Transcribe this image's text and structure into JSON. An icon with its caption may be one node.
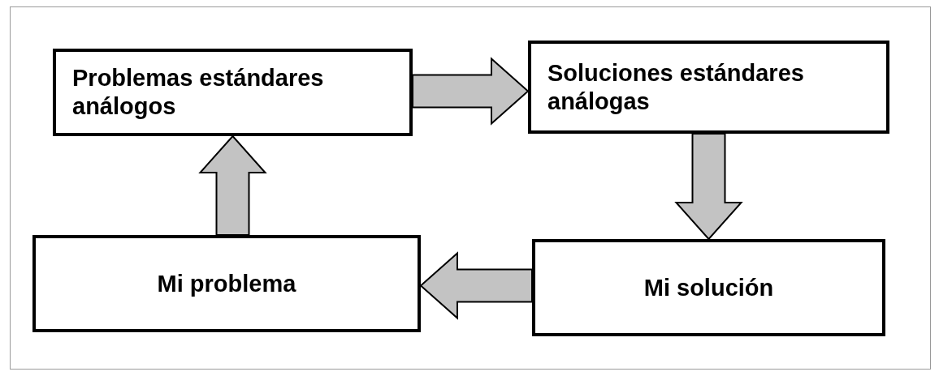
{
  "diagram": {
    "nodes": [
      {
        "text": [
          "Problemas estándares análogos"
        ]
      },
      {
        "text": [
          "Soluciones estándares análogas"
        ]
      },
      {
        "text": [
          "Mi solución"
        ]
      },
      {
        "text": [
          "Mi problema"
        ]
      }
    ],
    "edges": [
      {
        "from": 0,
        "to": 1,
        "arrow": "to"
      },
      {
        "from": 1,
        "to": 2,
        "arrow": "to"
      },
      {
        "from": 2,
        "to": 3,
        "arrow": "to"
      },
      {
        "from": 3,
        "to": 0,
        "arrow": "to"
      }
    ]
  }
}
